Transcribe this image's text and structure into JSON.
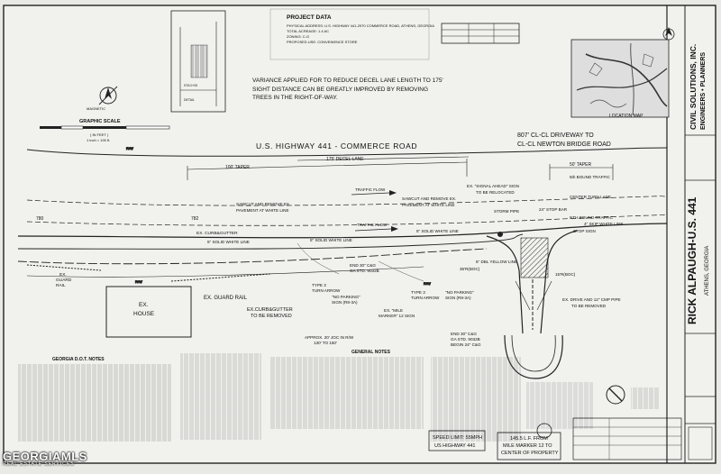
{
  "project_data": {
    "heading": "PROJECT DATA",
    "lines": [
      "PHYSICAL ADDRESS: U.S. HIGHWAY 441-2970 COMMERCE ROAD, ATHENS, GEORGIA",
      "TOTAL ACREAGE: 1.4 AC",
      "ZONING: C-G",
      "PROPOSED USE: CONVENIENCE STORE"
    ]
  },
  "notes": {
    "variance": "VARIANCE APPLIED FOR TO REDUCE DECEL LANE LENGTH TO 175'",
    "sight_1": "SIGHT DISTANCE CAN BE GREATLY IMPROVED BY REMOVING",
    "sight_2": "TREES IN THE RIGHT-OF-WAY."
  },
  "north_arrow": {
    "label": "MAGNETIC"
  },
  "graphic_scale": {
    "label": "GRAPHIC SCALE",
    "units": "( IN FEET )",
    "ratio": "1 inch = 100 ft."
  },
  "location_map": {
    "label": "LOCATION MAP"
  },
  "title_block": {
    "firm_1": "CIVIL SOLUTIONS, INC.",
    "firm_2": "ENGINEERS • PLANNERS",
    "project": "RICK ALPAUGH-U.S. 441",
    "city": "ATHENS, GEORGIA"
  },
  "plan": {
    "highway": "U.S. HIGHWAY 441 - COMMERCE ROAD",
    "driveway_1": "807' CL-CL DRIVEWAY TO",
    "driveway_2": "CL-CL NEWTON BRIDGE ROAD",
    "taper_100": "100' TAPER",
    "taper_50": "50' TAPER",
    "decel": "175' DECEL LANE",
    "traffic_flow_1": "TRAFFIC FLOW",
    "traffic_flow_2": "TRAFFIC FLOW",
    "sb_traffic": "5th BOUND TRAFFIC",
    "center_turn": "CENTER TURN LANE",
    "nb_traffic": "NTH BOUND TRAFFIC",
    "skip_line": "4\" SKIP WHITE LINE",
    "signal_ahead_1": "EX. \"SIGNAL AHEAD\" SIGN",
    "signal_ahead_2": "TO BE RELOCATED",
    "sawcut_1a": "SAWCUT AND REMOVE EX.",
    "sawcut_1b": "PAVEMENT AT WHITE LINE",
    "sawcut_2a": "SAWCUT AND REMOVE EX.",
    "sawcut_2b": "PAVEMENT AT WHITE LINE",
    "stop_bar": "24\" STOP BAR",
    "stop_sign": "STOP SIGN",
    "storm_pipe": "STORM PIPE",
    "curb_gutter": "EX. CURB&GUTTER",
    "solid_white_1": "5\" SOLID WHITE LINE",
    "solid_white_2": "5\" SOLID WHITE LINE",
    "solid_white_3": "5\" SOLID WHITE LINE",
    "contour_782": "782",
    "contour_780": "780",
    "rw_1": "R/W",
    "rw_2": "R/W",
    "rw_3": "R/W",
    "guard_rail_1": "EX.",
    "guard_rail_2": "GUARD",
    "guard_rail_3": "RAIL",
    "guard_rail_4": "EX. GUARD RAIL",
    "house_1": "EX.",
    "house_2": "HOUSE",
    "curb_remove_1": "EX.CURB&GUTTER",
    "curb_remove_2": "TO BE REMOVED",
    "end_30": "END 30\" C&G",
    "ga_std_1": "GA STD. 9032B",
    "turn_arrow_1a": "TYPE 3",
    "turn_arrow_1b": "TURN ARROW",
    "turn_arrow_2a": "TYPE 3",
    "turn_arrow_2b": "TURN ARROW",
    "no_parking_1a": "\"NO PARKING\"",
    "no_parking_1b": "SIGN (R8-3A)",
    "no_parking_2a": "\"NO PARKING\"",
    "no_parking_2b": "SIGN (R8-3A)",
    "mile_marker_1": "EX. \"MILE",
    "mile_marker_2": "MARKER\" 12 SIGN",
    "yellow_line": "5\" DBL YELLOW LINE",
    "r_35": "35'R(BOC)",
    "r_15": "15'R(BOC)",
    "drive_1": "EX. DRIVE AND 12\" CMP PIPE",
    "drive_2": "TO BE REMOVED",
    "joc_1": "APPROX. 20' JOC IN R/W",
    "joc_2": "130' TO 150'",
    "end_30b": "END 30\" C&G",
    "ga_std_2": "GA STD. 9032B",
    "begin_24": "BEGIN 24\" C&G"
  },
  "speed_limit": {
    "line1": "SPEED LIMIT: 55MPH",
    "line2": "US HIGHWAY 441"
  },
  "mile_marker_note": {
    "line1": "145.5 L.F. FROM",
    "line2": "MILE MARKER 12 TO",
    "line3": "CENTER OF PROPERTY"
  },
  "georgia_note": {
    "heading": "GEORGIA D.O.T. NOTES"
  },
  "general_notes": {
    "heading": "GENERAL NOTES"
  },
  "watermark": {
    "main": "GEORGIAMLS",
    "sub": "REAL ESTATE SERVICES"
  }
}
